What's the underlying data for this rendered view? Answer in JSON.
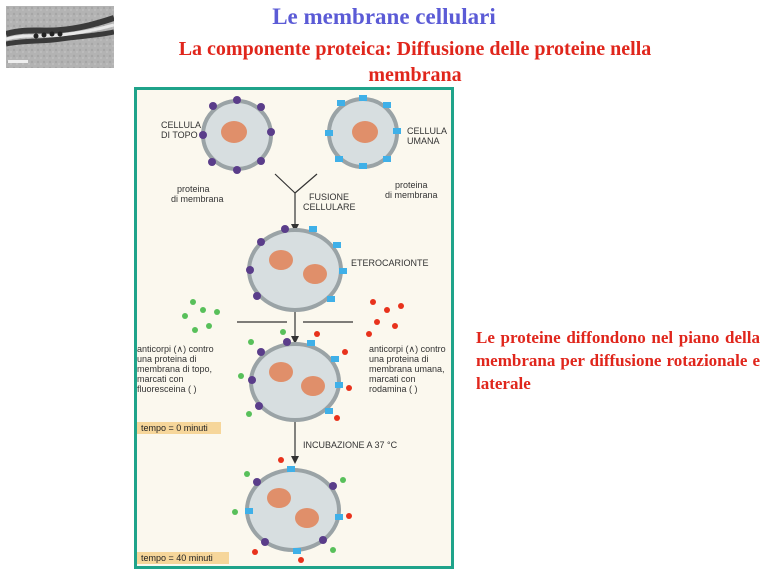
{
  "header": {
    "title": "Le membrane cellulari",
    "subtitle": "La componente proteica: Diffusione delle proteine nella membrana"
  },
  "figure": {
    "mouse_cell": [
      "CELLULA",
      "DI TOPO"
    ],
    "human_cell": [
      "CELLULA",
      "UMANA"
    ],
    "mouse_protein": [
      "proteina",
      "di membrana"
    ],
    "human_protein": [
      "proteina",
      "di membrana"
    ],
    "fusion": [
      "FUSIONE",
      "CELLULARE"
    ],
    "heterokaryon": "ETEROCARIONTE",
    "antibodies_mouse": [
      "anticorpi (∧) contro",
      "una proteina di",
      "membrana di topo,",
      "marcati con",
      "fluoresceina (   )"
    ],
    "antibodies_human": [
      "anticorpi (∧) contro",
      "una proteina di",
      "membrana umana,",
      "marcati con",
      "rodamina (   )"
    ],
    "time_0": "tempo = 0 minuti",
    "incubation": "INCUBAZIONE A 37 °C",
    "time_40": "tempo = 40 minuti"
  },
  "side_text": "Le proteine diffondono nel piano della membrana per diffusione rotazionale e laterale",
  "colors": {
    "title": "#5b5bd6",
    "subtitle": "#e0261c",
    "frame": "#1fa38a",
    "mouse_protein": "#5a3d8a",
    "human_protein": "#3fb0e8",
    "fluorescein": "#58c05a",
    "rhodamine": "#e8321c",
    "nucleus": "#e08f6a"
  }
}
